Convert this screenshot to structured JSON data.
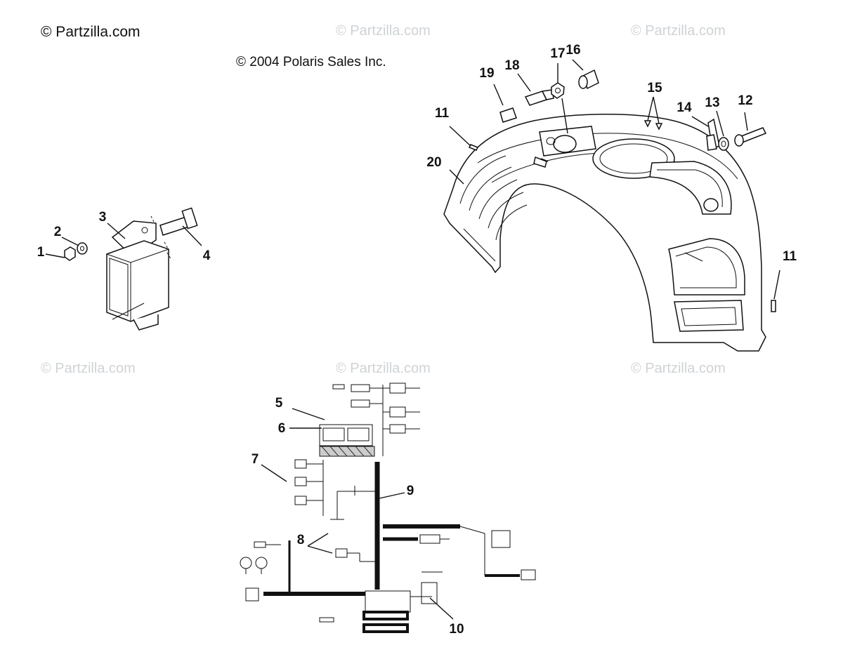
{
  "header": {
    "brand": "© Partzilla.com",
    "copyright": "© 2004 Polaris Sales Inc."
  },
  "watermarks": [
    "© Partzilla.com",
    "© Partzilla.com",
    "© Partzilla.com",
    "© Partzilla.com",
    "© Partzilla.com"
  ],
  "callouts": [
    "1",
    "2",
    "3",
    "4",
    "5",
    "6",
    "7",
    "8",
    "9",
    "10",
    "11",
    "11",
    "12",
    "13",
    "14",
    "15",
    "16",
    "17",
    "18",
    "19",
    "20"
  ]
}
